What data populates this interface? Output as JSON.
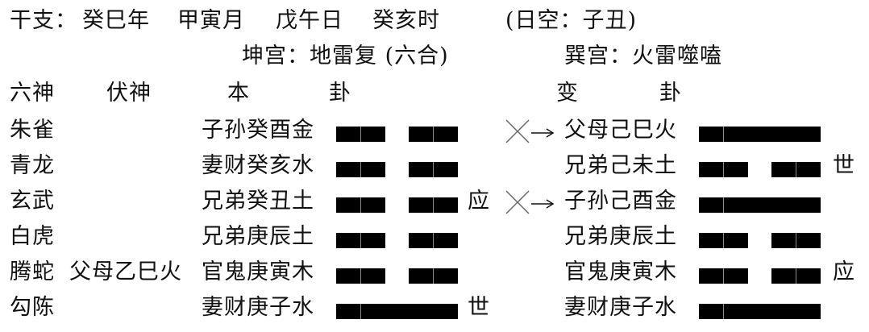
{
  "header": {
    "ganzhi_label": "干支：",
    "year": "癸巳年",
    "month": "甲寅月",
    "day": "戊午日",
    "hour": "癸亥时",
    "kongwang": "(日空：子丑)"
  },
  "palaces": {
    "original": "坤宫：地雷复 (六合)",
    "changed": "巽宫：火雷噬嗑"
  },
  "columns": {
    "six_spirits": "六神",
    "hidden_spirit": "伏神",
    "original_1": "本",
    "original_2": "卦",
    "changed_1": "变",
    "changed_2": "卦"
  },
  "lines": [
    {
      "spirit": "朱雀",
      "hidden": "",
      "original": "子孙癸酉金",
      "original_type": "yin",
      "original_mark": "",
      "moving": true,
      "changed": "父母己巳火",
      "changed_type": "yang",
      "changed_mark": ""
    },
    {
      "spirit": "青龙",
      "hidden": "",
      "original": "妻财癸亥水",
      "original_type": "yin",
      "original_mark": "",
      "moving": false,
      "changed": "兄弟己未土",
      "changed_type": "yin",
      "changed_mark": "世"
    },
    {
      "spirit": "玄武",
      "hidden": "",
      "original": "兄弟癸丑土",
      "original_type": "yin",
      "original_mark": "应",
      "moving": true,
      "changed": "子孙己酉金",
      "changed_type": "yang",
      "changed_mark": ""
    },
    {
      "spirit": "白虎",
      "hidden": "",
      "original": "兄弟庚辰土",
      "original_type": "yin",
      "original_mark": "",
      "moving": false,
      "changed": "兄弟庚辰土",
      "changed_type": "yin",
      "changed_mark": ""
    },
    {
      "spirit": "腾蛇",
      "hidden": "父母乙巳火",
      "original": "官鬼庚寅木",
      "original_type": "yin",
      "original_mark": "",
      "moving": false,
      "changed": "官鬼庚寅木",
      "changed_type": "yin",
      "changed_mark": "应"
    },
    {
      "spirit": "勾陈",
      "hidden": "",
      "original": "妻财庚子水",
      "original_type": "yang",
      "original_mark": "世",
      "moving": false,
      "changed": "妻财庚子水",
      "changed_type": "yang",
      "changed_mark": ""
    }
  ],
  "symbols": {
    "moving_mark": "x-cross-icon",
    "arrow": "right-arrow-icon"
  }
}
